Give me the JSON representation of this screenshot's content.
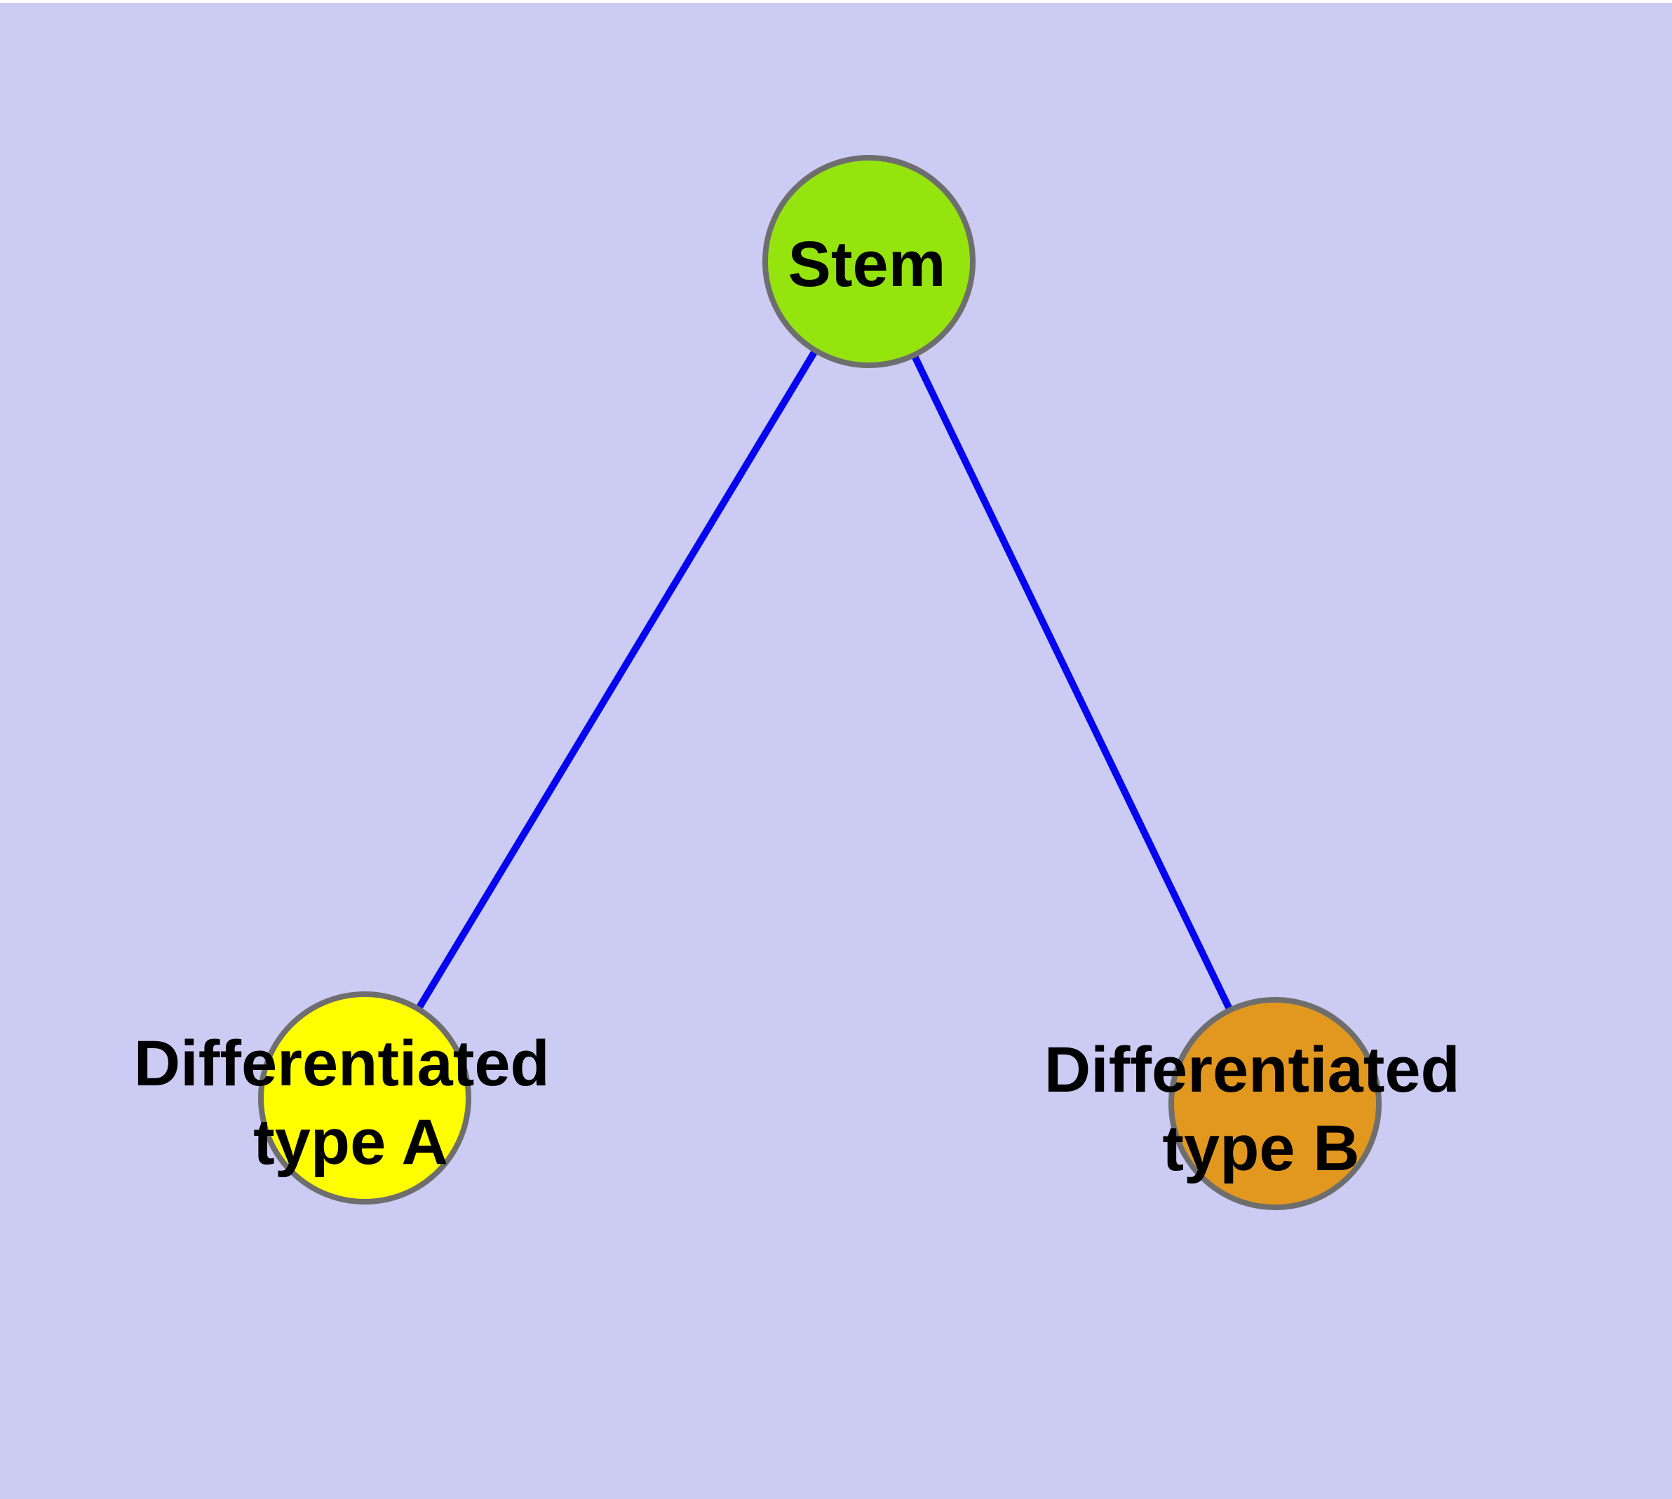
{
  "diagram": {
    "background_color": "#CBCBF3",
    "top_margin_color": "#FFFFFF",
    "edge_color": "#0505F0",
    "node_border_color": "#6E6E6E",
    "label_color": "#000000",
    "nodes": [
      {
        "id": "stem",
        "label": "Stem",
        "lines": [
          "Stem"
        ],
        "fill": "#95E40E"
      },
      {
        "id": "differentiated-type-a",
        "label": "Differentiated type A",
        "lines": [
          "Differentiated",
          "type A"
        ],
        "fill": "#FEFE00"
      },
      {
        "id": "differentiated-type-b",
        "label": "Differentiated type B",
        "lines": [
          "Differentiated",
          "type B"
        ],
        "fill": "#E2981F"
      }
    ],
    "edges": [
      {
        "from": "Stem",
        "to": "Differentiated type A"
      },
      {
        "from": "Stem",
        "to": "Differentiated type B"
      }
    ]
  }
}
